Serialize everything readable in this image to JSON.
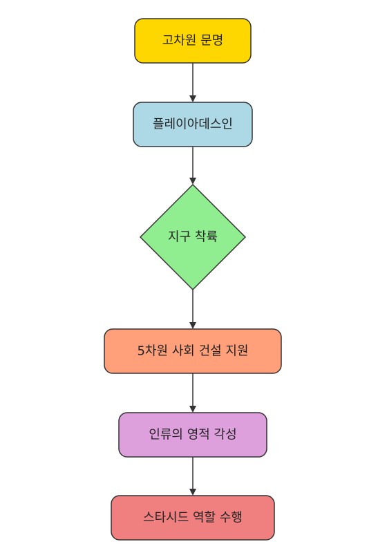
{
  "nodes": [
    {
      "id": "n1",
      "label": "고차원 문명",
      "color": "#FFD700",
      "shape": "rect"
    },
    {
      "id": "n2",
      "label": "플레이아데스인",
      "color": "#ADD8E6",
      "shape": "rect"
    },
    {
      "id": "n3",
      "label": "지구 착륙",
      "color": "#90EE90",
      "shape": "diamond"
    },
    {
      "id": "n4",
      "label": "5차원 사회 건설 지원",
      "color": "#FFA07A",
      "shape": "rect"
    },
    {
      "id": "n5",
      "label": "인류의 영적 각성",
      "color": "#DDA0DD",
      "shape": "rect"
    },
    {
      "id": "n6",
      "label": "스타시드 역할 수행",
      "color": "#F08080",
      "shape": "rect"
    }
  ],
  "edges": [
    {
      "from": "n1",
      "to": "n2"
    },
    {
      "from": "n2",
      "to": "n3"
    },
    {
      "from": "n3",
      "to": "n4"
    },
    {
      "from": "n4",
      "to": "n5"
    },
    {
      "from": "n5",
      "to": "n6"
    }
  ]
}
